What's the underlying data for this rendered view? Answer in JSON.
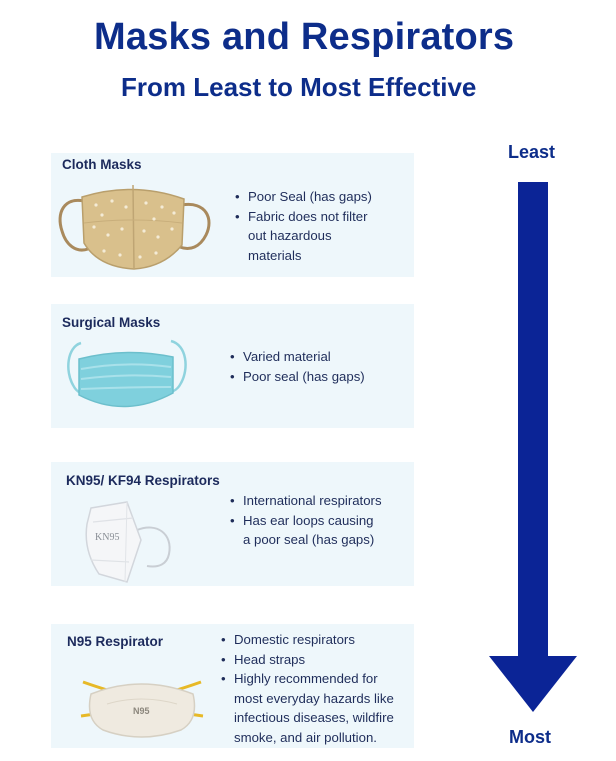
{
  "title": "Masks and Respirators",
  "subtitle": "From Least to Most Effective",
  "arrow": {
    "top_label": "Least",
    "bottom_label": "Most",
    "color": "#0b2496"
  },
  "cards": [
    {
      "title": "Cloth Masks",
      "bullets": [
        "Poor Seal (has gaps)",
        "Fabric does not filter",
        "out hazardous",
        "materials"
      ]
    },
    {
      "title": "Surgical Masks",
      "bullets": [
        "Varied material",
        "Poor seal (has gaps)"
      ]
    },
    {
      "title": "KN95/ KF94 Respirators",
      "bullets": [
        "International respirators",
        "Has ear loops causing",
        "a poor seal (has gaps)"
      ]
    },
    {
      "title": "N95 Respirator",
      "bullets": [
        "Domestic respirators",
        "Head straps",
        "Highly recommended for",
        "most everyday hazards like",
        "infectious diseases, wildfire",
        "smoke, and air pollution."
      ]
    }
  ],
  "mask_labels": {
    "kn95": "KN95",
    "n95": "N95"
  },
  "colors": {
    "heading": "#0d2d8a",
    "card_bg": "#eef7fb",
    "text": "#1f2d5a"
  }
}
